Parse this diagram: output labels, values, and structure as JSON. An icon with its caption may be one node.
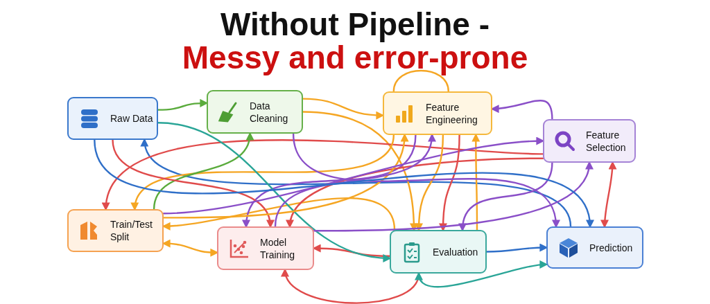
{
  "diagram": {
    "title": "Without Pipeline -",
    "nodes": [
      {
        "text": [
          "Raw Data"
        ]
      },
      {
        "text": [
          "Data Cleaning"
        ]
      },
      {
        "text": [
          "Feature Engineering"
        ]
      },
      {
        "text": [
          "Feature Selection"
        ]
      },
      {
        "text": [
          "Train/Test Split"
        ]
      },
      {
        "text": [
          "Model Training"
        ]
      },
      {
        "text": [
          "Evaluation"
        ]
      },
      {
        "text": [
          "Prediction"
        ]
      }
    ],
    "edges": [
      {
        "from": 0,
        "to": 1,
        "arrow": "to",
        "color": "#5aab3c"
      },
      {
        "from": 7,
        "to": 0,
        "arrow": "to",
        "color": "#2f6fc8"
      },
      {
        "from": 1,
        "to": 2,
        "arrow": "to"
      },
      {
        "from": 1,
        "to": 6,
        "arrow": "to"
      },
      {
        "from": 3,
        "to": 4,
        "arrow": "to",
        "color": "#e04b4b"
      },
      {
        "from": 2,
        "to": 4,
        "arrow": "to"
      },
      {
        "from": 6,
        "to": 4,
        "arrow": "to"
      },
      {
        "from": 4,
        "to": 5,
        "arrow": "both"
      },
      {
        "from": 4,
        "to": 1,
        "arrow": "to",
        "color": "#5aab3c"
      },
      {
        "from": 2,
        "to": 5,
        "arrow": "to",
        "color": "#8a4fc8"
      },
      {
        "from": 0,
        "to": 5,
        "arrow": "to",
        "color": "#e04b4b"
      },
      {
        "from": 3,
        "to": 5,
        "arrow": "to",
        "color": "#e04b4b"
      },
      {
        "from": 6,
        "to": 5,
        "arrow": "to",
        "color": "#e04b4b"
      },
      {
        "from": 6,
        "to": 5,
        "arrow": "to",
        "color": "#e04b4b"
      },
      {
        "from": 0,
        "to": 6,
        "arrow": "to",
        "color": "#2aa597"
      },
      {
        "from": 4,
        "to": 2,
        "arrow": "to"
      },
      {
        "from": 5,
        "to": 2,
        "arrow": "to",
        "color": "#8a4fc8"
      },
      {
        "from": 6,
        "to": 2,
        "arrow": "to"
      },
      {
        "from": 3,
        "to": 2,
        "arrow": "to",
        "color": "#8a4fc8"
      },
      {
        "from": 4,
        "to": 3,
        "arrow": "to",
        "color": "#8a4fc8"
      },
      {
        "from": 2,
        "to": 6,
        "arrow": "to"
      },
      {
        "from": 2,
        "to": 6,
        "arrow": "to",
        "color": "#e04b4b"
      },
      {
        "from": 3,
        "to": 6,
        "arrow": "to",
        "color": "#8a4fc8"
      },
      {
        "from": 6,
        "to": 7,
        "arrow": "to",
        "color": "#2f6fc8"
      },
      {
        "from": 1,
        "to": 7,
        "arrow": "to",
        "color": "#8a4fc8"
      },
      {
        "from": 6,
        "to": 7,
        "arrow": "both",
        "color": "#2aa597"
      },
      {
        "from": 5,
        "to": 3,
        "arrow": "to",
        "color": "#8a4fc8"
      },
      {
        "from": 3,
        "to": 7,
        "arrow": "both",
        "color": "#e04b4b"
      },
      {
        "from": 0,
        "to": 7,
        "arrow": "to",
        "color": "#2f6fc8"
      },
      {
        "from": 2,
        "to": 2,
        "arrow": "none"
      }
    ],
    "labels": [
      "Messy and error-prone"
    ]
  }
}
